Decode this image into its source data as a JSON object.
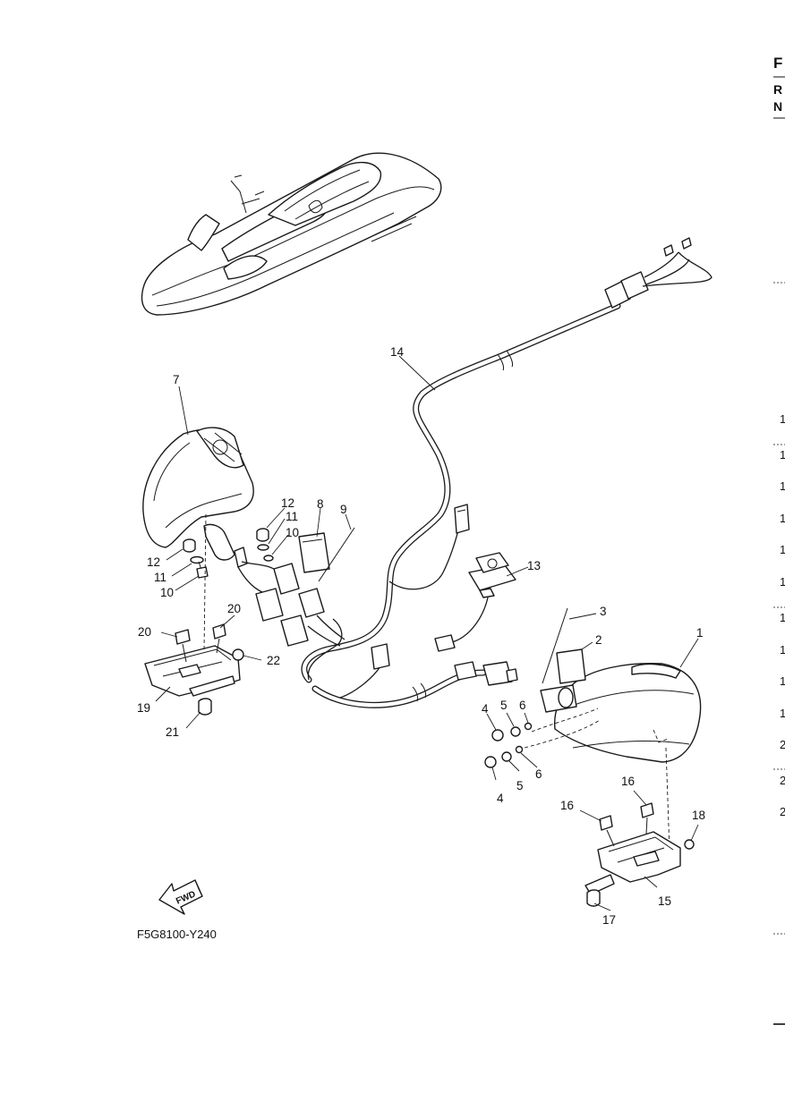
{
  "diagram_code": "F5G8100-Y240",
  "fwd_label": "FWD",
  "callouts": {
    "c1": "1",
    "c2": "2",
    "c3": "3",
    "c4a": "4",
    "c4b": "4",
    "c5a": "5",
    "c5b": "5",
    "c6a": "6",
    "c6b": "6",
    "c7": "7",
    "c8": "8",
    "c9": "9",
    "c10a": "10",
    "c10b": "10",
    "c11a": "11",
    "c11b": "11",
    "c12a": "12",
    "c12b": "12",
    "c13": "13",
    "c14": "14",
    "c15": "15",
    "c16a": "16",
    "c16b": "16",
    "c17": "17",
    "c18": "18",
    "c19": "19",
    "c20a": "20",
    "c20b": "20",
    "c21": "21",
    "c22": "22"
  },
  "edge_header": {
    "h1": "F",
    "h2": "R",
    "h3": "N"
  },
  "edge_rows": [
    "1",
    "1",
    "1",
    "1",
    "1",
    "1",
    "1",
    "1",
    "1",
    "1",
    "2",
    "2",
    "2"
  ]
}
